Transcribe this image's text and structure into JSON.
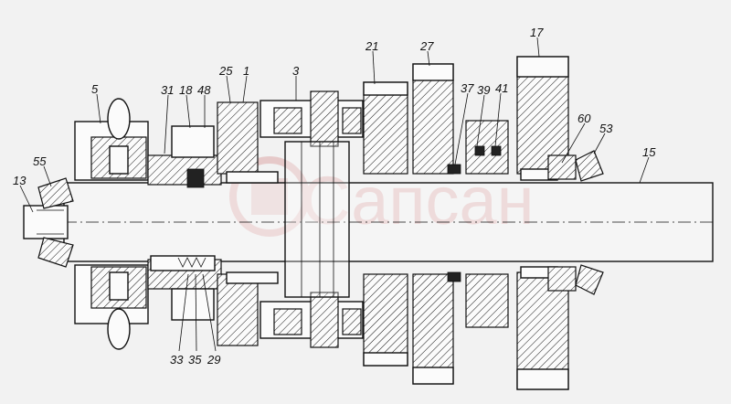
{
  "watermark": "Сапсан",
  "callouts": [
    "13",
    "55",
    "5",
    "31",
    "18",
    "48",
    "25",
    "1",
    "3",
    "21",
    "27",
    "37",
    "39",
    "41",
    "17",
    "60",
    "53",
    "15",
    "33",
    "35",
    "29"
  ]
}
